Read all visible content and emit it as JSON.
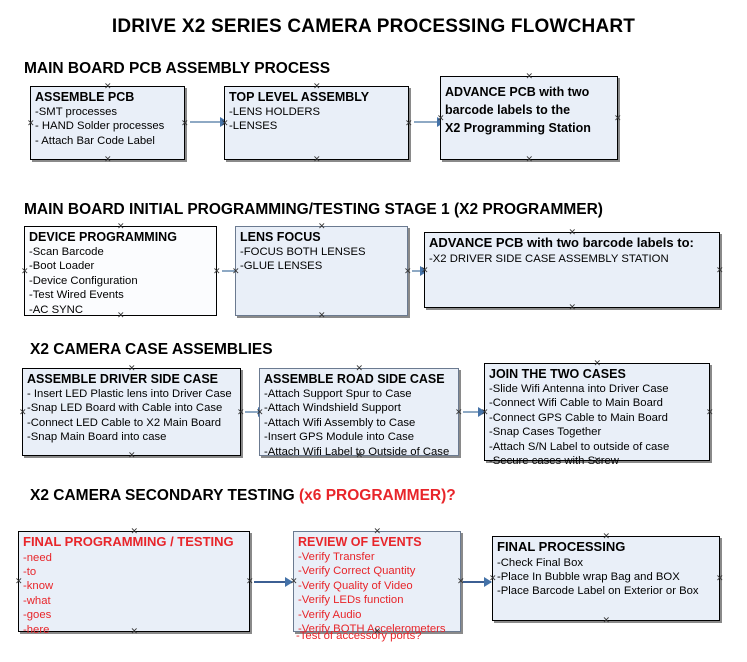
{
  "document": {
    "title": "IDRIVE X2  SERIES CAMERA PROCESSING FLOWCHART"
  },
  "colors": {
    "box_fill": "#e9eff8",
    "box_border_blue": "#22336b",
    "box_border_gray": "#6b7a90",
    "connector_line": "#8ea9c4",
    "connector_arrow": "#4472a8",
    "red_accent": "#e8252a",
    "text": "#000000"
  },
  "sections": [
    {
      "id": "main-board-pcb-assembly",
      "heading": "MAIN BOARD PCB ASSEMBLY PROCESS",
      "heading_accent": "",
      "boxes": [
        {
          "id": "assemble-pcb",
          "title": "ASSEMBLE PCB",
          "lines": [
            "-SMT processes",
            "- HAND Solder processes",
            "- Attach Bar Code Label"
          ]
        },
        {
          "id": "top-level-assembly",
          "title": "TOP LEVEL ASSEMBLY",
          "lines": [
            "-LENS HOLDERS",
            "-LENSES"
          ]
        },
        {
          "id": "advance-pcb-to-programming-station",
          "title": "",
          "lines": [
            "ADVANCE PCB with two",
            "barcode labels to the",
            " X2 Programming Station"
          ]
        }
      ]
    },
    {
      "id": "main-board-initial-programming",
      "heading": "MAIN BOARD INITIAL PROGRAMMING/TESTING STAGE 1 (X2 PROGRAMMER)",
      "heading_accent": "",
      "boxes": [
        {
          "id": "device-programming",
          "title": "DEVICE PROGRAMMING",
          "lines": [
            "-Scan Barcode",
            "-Boot Loader",
            "-Device Configuration",
            "-Test Wired Events",
            "-AC SYNC"
          ]
        },
        {
          "id": "lens-focus",
          "title": "LENS FOCUS",
          "lines": [
            "-FOCUS BOTH LENSES",
            "-GLUE LENSES"
          ]
        },
        {
          "id": "advance-pcb-to-driver-side-case",
          "title": "ADVANCE PCB with two barcode labels to:",
          "lines": [
            "-X2 DRIVER  SIDE  CASE  ASSEMBLY STATION"
          ]
        }
      ]
    },
    {
      "id": "x2-camera-case-assemblies",
      "heading": "X2 CAMERA CASE ASSEMBLIES",
      "heading_accent": "",
      "boxes": [
        {
          "id": "assemble-driver-side-case",
          "title": "ASSEMBLE DRIVER SIDE CASE",
          "lines": [
            "- Insert LED Plastic lens into Driver Case",
            "-Snap LED Board with Cable into Case",
            "-Connect LED Cable to X2 Main Board",
            "-Snap Main Board into case"
          ]
        },
        {
          "id": "assemble-road-side-case",
          "title": "ASSEMBLE ROAD SIDE CASE",
          "lines": [
            "-Attach Support Spur to Case",
            "-Attach Windshield Support",
            "-Attach Wifi Assembly to Case",
            "-Insert GPS Module into Case",
            "-Attach Wifi Label to Outside of Case"
          ]
        },
        {
          "id": "join-the-two-cases",
          "title": "JOIN THE TWO CASES",
          "lines": [
            "-Slide Wifi Antenna into Driver Case",
            "-Connect Wifi Cable to Main Board",
            "-Connect GPS Cable to Main Board",
            "-Snap Cases Together",
            "-Attach S/N Label to outside of case",
            "-Secure cases with Screw"
          ]
        }
      ]
    },
    {
      "id": "x2-camera-secondary-testing",
      "heading": "X2 CAMERA SECONDARY TESTING ",
      "heading_accent": "(x6 PROGRAMMER)?",
      "boxes": [
        {
          "id": "final-programming-testing",
          "title": "FINAL PROGRAMMING / TESTING",
          "lines": [
            "-need",
            "-to",
            "-know",
            "-what",
            "-goes",
            "-here"
          ]
        },
        {
          "id": "review-of-events",
          "title": "REVIEW OF EVENTS",
          "lines": [
            "-Verify Transfer",
            "-Verify Correct Quantity",
            "-Verify Quality of Video",
            "-Verify LEDs function",
            "-Verify Audio",
            "-Verify BOTH Accelerometers"
          ],
          "overflow_line": "-Test of accessory ports?"
        },
        {
          "id": "final-processing",
          "title": "FINAL PROCESSING",
          "lines": [
            " -Check Final Box",
            "-Place In Bubble wrap Bag and BOX",
            "-Place Barcode Label on Exterior or Box"
          ]
        }
      ]
    }
  ]
}
